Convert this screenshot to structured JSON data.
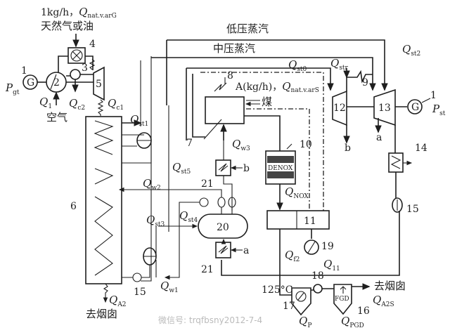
{
  "fuel_input": {
    "rate": "1kg/h，",
    "q": "Q",
    "q_sub": "nat.v.arG",
    "label": "天然气或油"
  },
  "coal_input": {
    "rate": "A(kg/h)，",
    "q": "Q",
    "q_sub": "nat.v.arS",
    "label": "煤"
  },
  "steam_lines": {
    "low": "低压蒸汽",
    "mid": "中压蒸汽"
  },
  "air_label": "空气",
  "stack_left": "去烟囱",
  "stack_right": "去烟囱",
  "temperature": "125°C",
  "denox_label": "DENOX",
  "fgd_label": "FGD",
  "generator_glyph": "G",
  "components": {
    "c1a": "1",
    "c1b": "1",
    "c2": "2",
    "c3": "3",
    "c4": "4",
    "c5": "5",
    "c6": "6",
    "c7": "7",
    "c8": "8",
    "c9": "9",
    "c10": "10",
    "c11": "11",
    "c12": "12",
    "c13": "13",
    "c14": "14",
    "c15a": "15",
    "c15b": "15",
    "c16": "16",
    "c17": "17",
    "c18": "18",
    "c19": "19",
    "c20": "20",
    "c21a": "21",
    "c21b": "21"
  },
  "ports": {
    "a1": "a",
    "a2": "a",
    "b1": "b",
    "b2": "b"
  },
  "quantities": {
    "Pgt": {
      "s": "P",
      "sub": "gt"
    },
    "Pst": {
      "s": "P",
      "sub": "st"
    },
    "Q1": {
      "s": "Q",
      "sub": "1"
    },
    "Qc1": {
      "s": "Q",
      "sub": "c1"
    },
    "Qc2": {
      "s": "Q",
      "sub": "c2"
    },
    "Qst0": {
      "s": "Q",
      "sub": "st0"
    },
    "Qst1": {
      "s": "Q",
      "sub": "st1"
    },
    "Qst2": {
      "s": "Q",
      "sub": "st2"
    },
    "Qst3": {
      "s": "Q",
      "sub": "st3"
    },
    "Qst4": {
      "s": "Q",
      "sub": "st4"
    },
    "Qst5": {
      "s": "Q",
      "sub": "st5"
    },
    "Qstr": {
      "s": "Q",
      "sub": "str"
    },
    "Qw1": {
      "s": "Q",
      "sub": "w1"
    },
    "Qw2": {
      "s": "Q",
      "sub": "w2"
    },
    "Qw3": {
      "s": "Q",
      "sub": "w3"
    },
    "QNOX": {
      "s": "Q",
      "sub": "NOX"
    },
    "Qf2": {
      "s": "Q",
      "sub": "f2"
    },
    "Q11": {
      "s": "Q",
      "sub": "11"
    },
    "QA2": {
      "s": "Q",
      "sub": "A2"
    },
    "QA2S": {
      "s": "Q",
      "sub": "A2S"
    },
    "QP": {
      "s": "Q",
      "sub": "P"
    },
    "QPGD": {
      "s": "Q",
      "sub": "PGD"
    }
  },
  "watermark": "微信号: trqfbsny2012-7-4"
}
